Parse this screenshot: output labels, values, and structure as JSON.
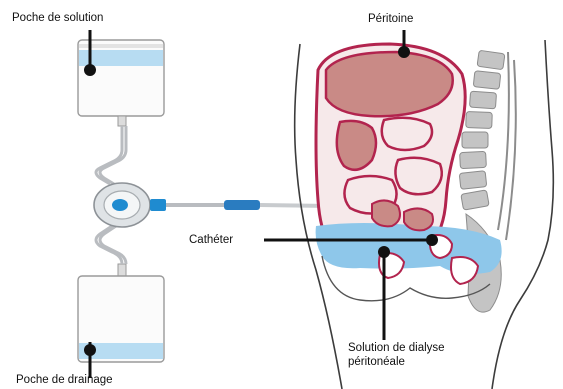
{
  "labels": {
    "solution_bag": "Poche de solution",
    "peritoneum": "Péritoine",
    "catheter": "Cathéter",
    "dialysis_solution_line1": "Solution de dialyse",
    "dialysis_solution_line2": "péritonéale",
    "drainage_bag": "Poche de drainage"
  },
  "colors": {
    "organ_outline": "#b2244e",
    "organ_fill": "#c98a86",
    "peritoneal_fluid": "#8ec7ea",
    "bag_liquid": "#b7dcf2",
    "catheter_connector": "#1f8bd0",
    "spine": "#8c8c8c",
    "tubing": "#b9bcc0"
  }
}
